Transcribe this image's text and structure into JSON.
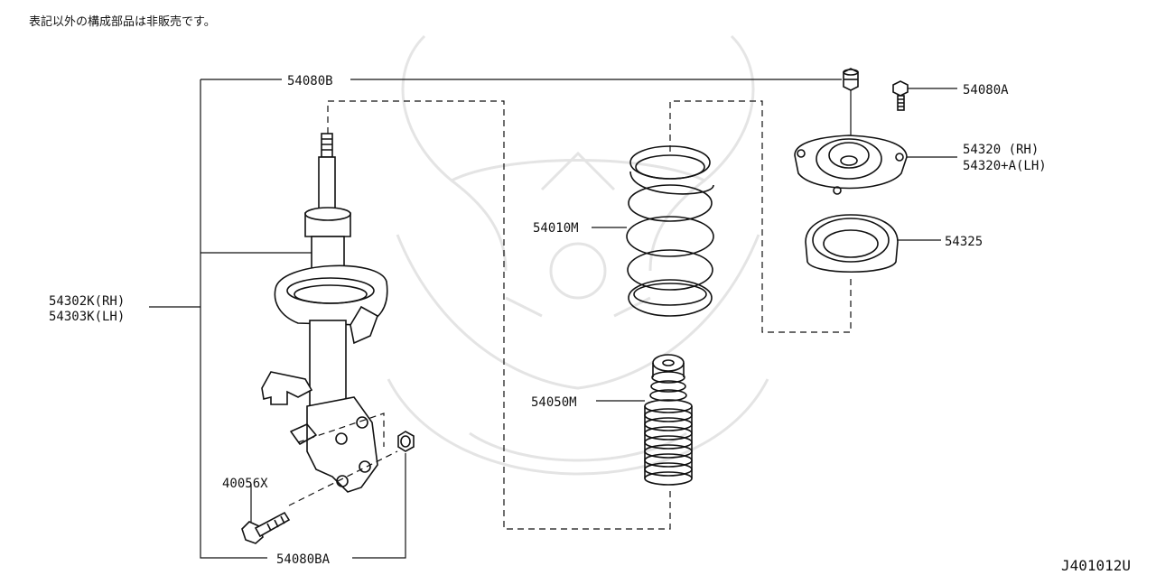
{
  "header_note": "表記以外の構成部品は非販売です。",
  "diagram_id": "J401012U",
  "parts": {
    "p54080B": "54080B",
    "p54080A": "54080A",
    "p54320_rh": "54320 (RH)",
    "p54320_lh": "54320+A(LH)",
    "p54010M": "54010M",
    "p54325": "54325",
    "p54302K_rh": "54302K(RH)",
    "p54303K_lh": "54303K(LH)",
    "p54050M": "54050M",
    "p40056X": "40056X",
    "p54080BA": "54080BA"
  },
  "colors": {
    "line": "#111111",
    "background": "#ffffff",
    "watermark": "#cfcfcf"
  }
}
